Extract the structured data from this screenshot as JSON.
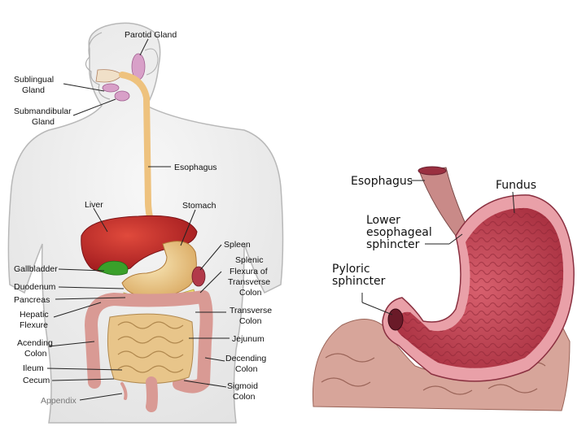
{
  "body_diagram": {
    "labels": {
      "parotid": "Parotid Gland",
      "sublingual_1": "Sublingual",
      "sublingual_2": "Gland",
      "submandibular_1": "Submandibular",
      "submandibular_2": "Gland",
      "esophagus": "Esophagus",
      "liver": "Liver",
      "stomach": "Stomach",
      "spleen": "Spleen",
      "splenic_1": "Splenic",
      "splenic_2": "Flexura of",
      "splenic_3": "Transverse",
      "splenic_4": "Colon",
      "gallbladder": "Gallbladder",
      "duodenum": "Duodenum",
      "pancreas": "Pancreas",
      "hepatic_1": "Hepatic",
      "hepatic_2": "Flexure",
      "transverse_1": "Transverse",
      "transverse_2": "Colon",
      "jejunum": "Jejunum",
      "acending_1": "Acending",
      "acending_2": "Colon",
      "decending_1": "Decending",
      "decending_2": "Colon",
      "ileum": "Ileum",
      "cecum": "Cecum",
      "sigmoid_1": "Sigmoid",
      "sigmoid_2": "Colon",
      "appendix": "Appendix"
    }
  },
  "stomach_diagram": {
    "labels": {
      "esophagus": "Esophagus",
      "fundus": "Fundus",
      "les_1": "Lower",
      "les_2": "esophageal",
      "les_3": "sphincter",
      "pyloric_1": "Pyloric",
      "pyloric_2": "sphincter"
    }
  },
  "colors": {
    "skin": "#f2f2f2",
    "liver": "#c8262a",
    "stomach": "#efd08a",
    "intestine": "#e8c58a",
    "colon": "#d99a94",
    "gland": "#d8a0c8",
    "gallbladder": "#3aa02a",
    "stomach_inner": "#c24a5a",
    "stomach_wall": "#e9a0a8"
  }
}
